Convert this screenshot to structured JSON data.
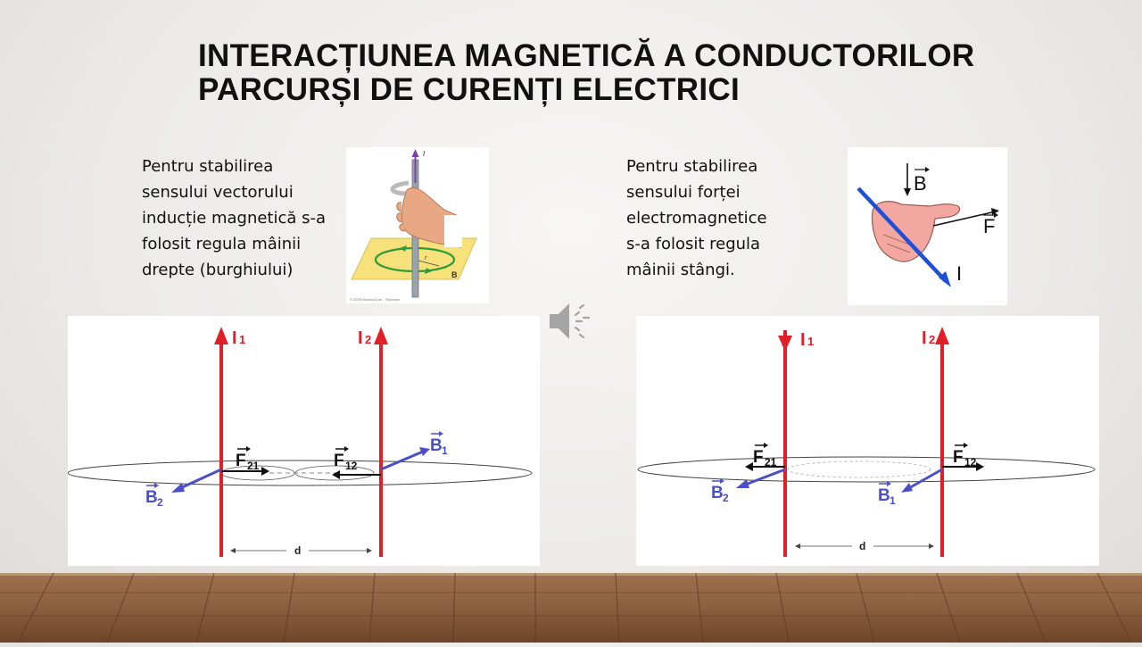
{
  "slide": {
    "title_line1": "INTERACȚIUNEA MAGNETICĂ A CONDUCTORILOR",
    "title_line2": "PARCURȘI DE CURENȚI ELECTRICI"
  },
  "left_note": {
    "lines": [
      "Pentru stabilirea",
      "sensului vectorului",
      "inducție magnetică s-a",
      "folosit regula mâinii",
      "drepte (burghiului)"
    ]
  },
  "right_note": {
    "lines": [
      "Pentru stabilirea",
      "sensului forței",
      "electromagnetice",
      "s-a folosit regula",
      "mâinii stângi."
    ]
  },
  "right_hand_image": {
    "labels": {
      "current": "I",
      "field": "B",
      "radius": "r"
    },
    "credit": "© 2006 Brooks/Cole - Thomson"
  },
  "left_hand_image": {
    "labels": {
      "field": "B",
      "force": "F",
      "current": "I"
    }
  },
  "diagram_parallel": {
    "wire1": "I",
    "wire1_sub": "1",
    "wire2": "I",
    "wire2_sub": "2",
    "f21": "F",
    "f21_sub": "21",
    "f12": "F",
    "f12_sub": "12",
    "b1": "B",
    "b1_sub": "1",
    "b2": "B",
    "b2_sub": "2",
    "distance": "d"
  },
  "diagram_antiparallel": {
    "wire1": "I",
    "wire1_sub": "1",
    "wire2": "I",
    "wire2_sub": "2",
    "f21": "F",
    "f21_sub": "21",
    "f12": "F",
    "f12_sub": "12",
    "b1": "B",
    "b1_sub": "1",
    "b2": "B",
    "b2_sub": "2",
    "distance": "d"
  },
  "colors": {
    "current": "#e02028",
    "field": "#4a4fc8",
    "text": "#111111"
  }
}
